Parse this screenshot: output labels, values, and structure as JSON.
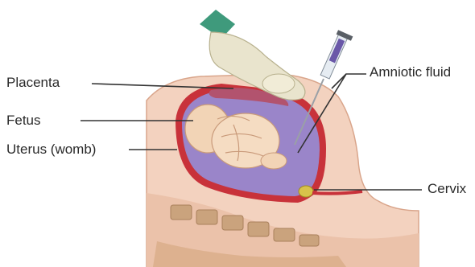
{
  "labels": {
    "placenta": "Placenta",
    "fetus": "Fetus",
    "uterus": "Uterus (womb)",
    "amniotic_fluid": "Amniotic fluid",
    "cervix": "Cervix"
  },
  "colors": {
    "skin": "#f3d2bf",
    "skin_dark": "#e2b49c",
    "uterus_wall": "#c8323a",
    "amniotic_fluid": "#9a85c9",
    "fetus": "#f2d4b6",
    "glove": "#e9e4cd",
    "needle_plunger": "#6a58a8",
    "spine": "#caa37d",
    "leader_line": "#333333"
  }
}
